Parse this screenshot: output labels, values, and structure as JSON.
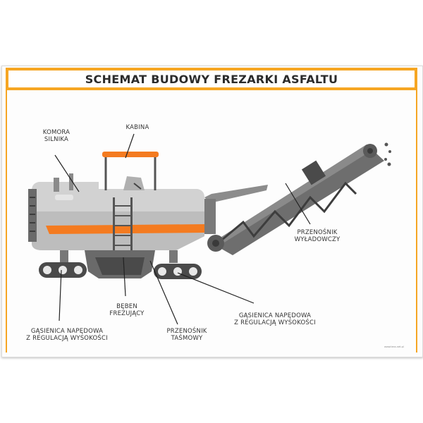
{
  "title": "SCHEMAT BUDOWY FREZARKI ASFALTU",
  "labels": {
    "engine": "KOMORA\nSILNIKA",
    "cabin": "KABINA",
    "unloading_conveyor": "PRZENOŚNIK\nWYŁADOWCZY",
    "drum": "BĘBEN\nFREZUJĄCY",
    "track_left": "GĄSIENICA NAPĘDOWA\nZ REGULACJĄ WYSOKOŚCI",
    "belt_conveyor": "PRZENOŚNIK\nTAŚMOWY",
    "track_right": "GĄSIENICA NAPĘDOWA\nZ REGULACJĄ WYSOKOŚCI"
  },
  "footer": "www.tera-net.pl",
  "colors": {
    "accent": "#f6a623",
    "body": "#cfcfcf",
    "stripe": "#f47b20",
    "dark": "#555555"
  }
}
